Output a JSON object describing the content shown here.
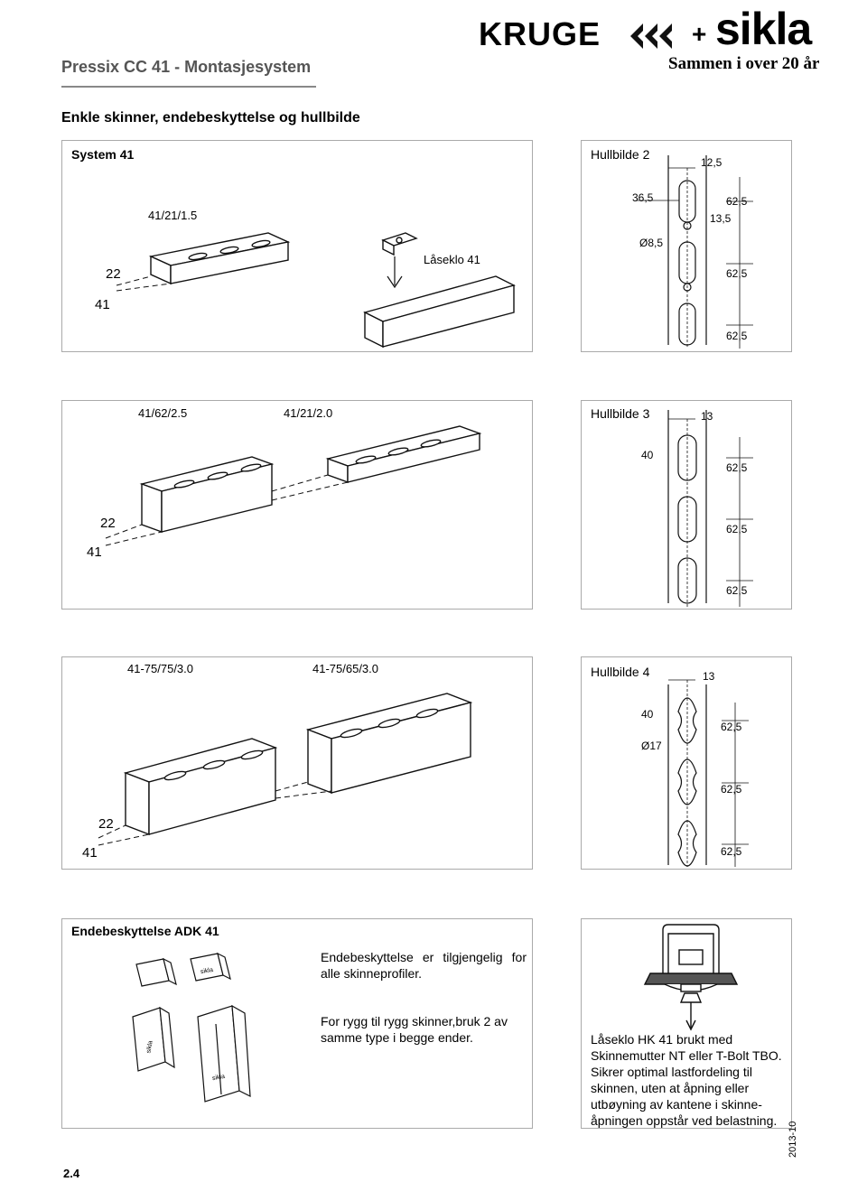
{
  "header": {
    "title": "Pressix CC 41 - Montasjesystem",
    "logo_left": "KRUGE",
    "logo_plus": "+",
    "logo_right": "sikla",
    "tagline": "Sammen i over 20 år"
  },
  "section_title": "Enkle skinner, endebeskyttelse og hullbilde",
  "system_panel": {
    "title": "System 41",
    "rail1_label": "41/21/1.5",
    "lock_label": "Låseklo 41",
    "dim_22": "22",
    "dim_41": "41"
  },
  "hole_pattern_2": {
    "title": "Hullbilde 2",
    "dims": [
      "12,5",
      "36,5",
      "62,5",
      "13,5",
      "Ø8,5",
      "62,5",
      "62,5"
    ]
  },
  "rails_panel_2": {
    "label_a": "41/62/2.5",
    "label_b": "41/21/2.0",
    "dim_22": "22",
    "dim_41": "41"
  },
  "hole_pattern_3": {
    "title": "Hullbilde 3",
    "dims": [
      "13",
      "40",
      "62,5",
      "62,5",
      "62,5"
    ]
  },
  "rails_panel_3": {
    "label_a": "41-75/75/3.0",
    "label_b": "41-75/65/3.0",
    "dim_22": "22",
    "dim_41": "41"
  },
  "hole_pattern_4": {
    "title": "Hullbilde 4",
    "dims": [
      "13",
      "40",
      "62,5",
      "Ø17",
      "62,5",
      "62,5"
    ]
  },
  "end_cap_panel": {
    "title": "Endebeskyttelse ADK 41",
    "text1": "Endebeskyttelse er tilgjengelig for alle skinneprofiler.",
    "text2": "For rygg til rygg skinner,bruk 2 av samme type i begge ender.",
    "cap_brand": "sikla"
  },
  "lock_panel": {
    "text": "Låseklo HK 41 brukt med Skinnemutter NT eller T-Bolt TBO. Sikrer optimal lastfordeling til skinnen, uten at åpning eller utbøyning av kantene i skinne-åpningen oppstår ved belastning."
  },
  "footer": {
    "page": "2.4",
    "date": "2013-10"
  }
}
